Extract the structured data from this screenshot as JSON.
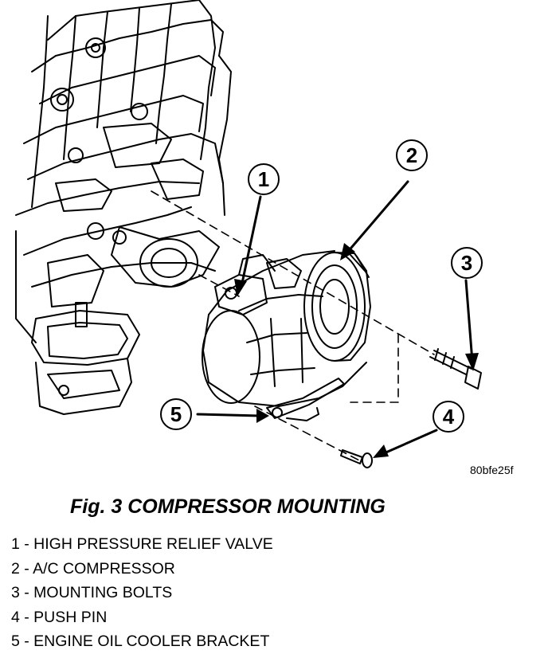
{
  "diagram": {
    "reference_code": "80bfe25f",
    "callouts": [
      "1",
      "2",
      "3",
      "4",
      "5"
    ]
  },
  "figure": {
    "title": "Fig. 3 COMPRESSOR MOUNTING"
  },
  "legend": [
    "1 - HIGH PRESSURE RELIEF VALVE",
    "2 - A/C COMPRESSOR",
    "3 - MOUNTING BOLTS",
    "4 - PUSH PIN",
    "5 - ENGINE OIL COOLER BRACKET"
  ]
}
